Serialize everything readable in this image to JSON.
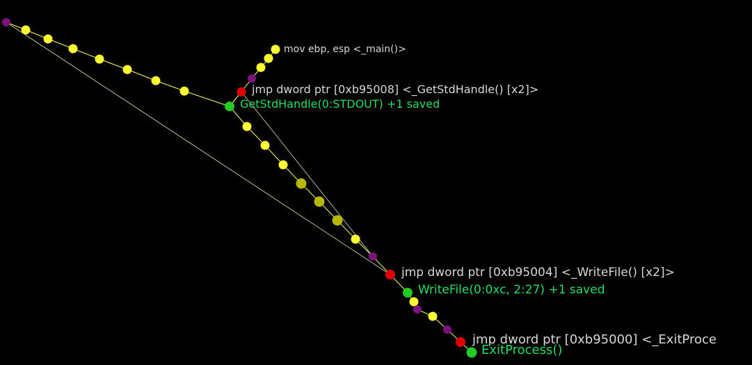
{
  "graph": {
    "background": "#000000",
    "colors": {
      "edge": "#ffff66",
      "edge_faint": "#e8e8b0",
      "instruction_node": "#ffff33",
      "instruction_node_dim": "#b8b800",
      "branch_node": "#7a137a",
      "jump_node": "#e00000",
      "api_node": "#22cc22",
      "label_asm": "#d8d8d8",
      "label_api": "#22dd66"
    },
    "labels": {
      "main_entry": "mov ebp, esp <_main()>",
      "jmp_getstdhandle": "jmp dword ptr [0xb95008] <_GetStdHandle() [x2]>",
      "call_getstdhandle": "GetStdHandle(0:STDOUT) +1 saved",
      "jmp_writefile": "jmp dword ptr [0xb95004] <_WriteFile() [x2]>",
      "call_writefile": "WriteFile(0:0xc, 2:27) +1 saved",
      "jmp_exitprocess": "jmp dword ptr [0xb95000] <_ExitProce",
      "call_exitprocess": "ExitProcess()"
    }
  }
}
